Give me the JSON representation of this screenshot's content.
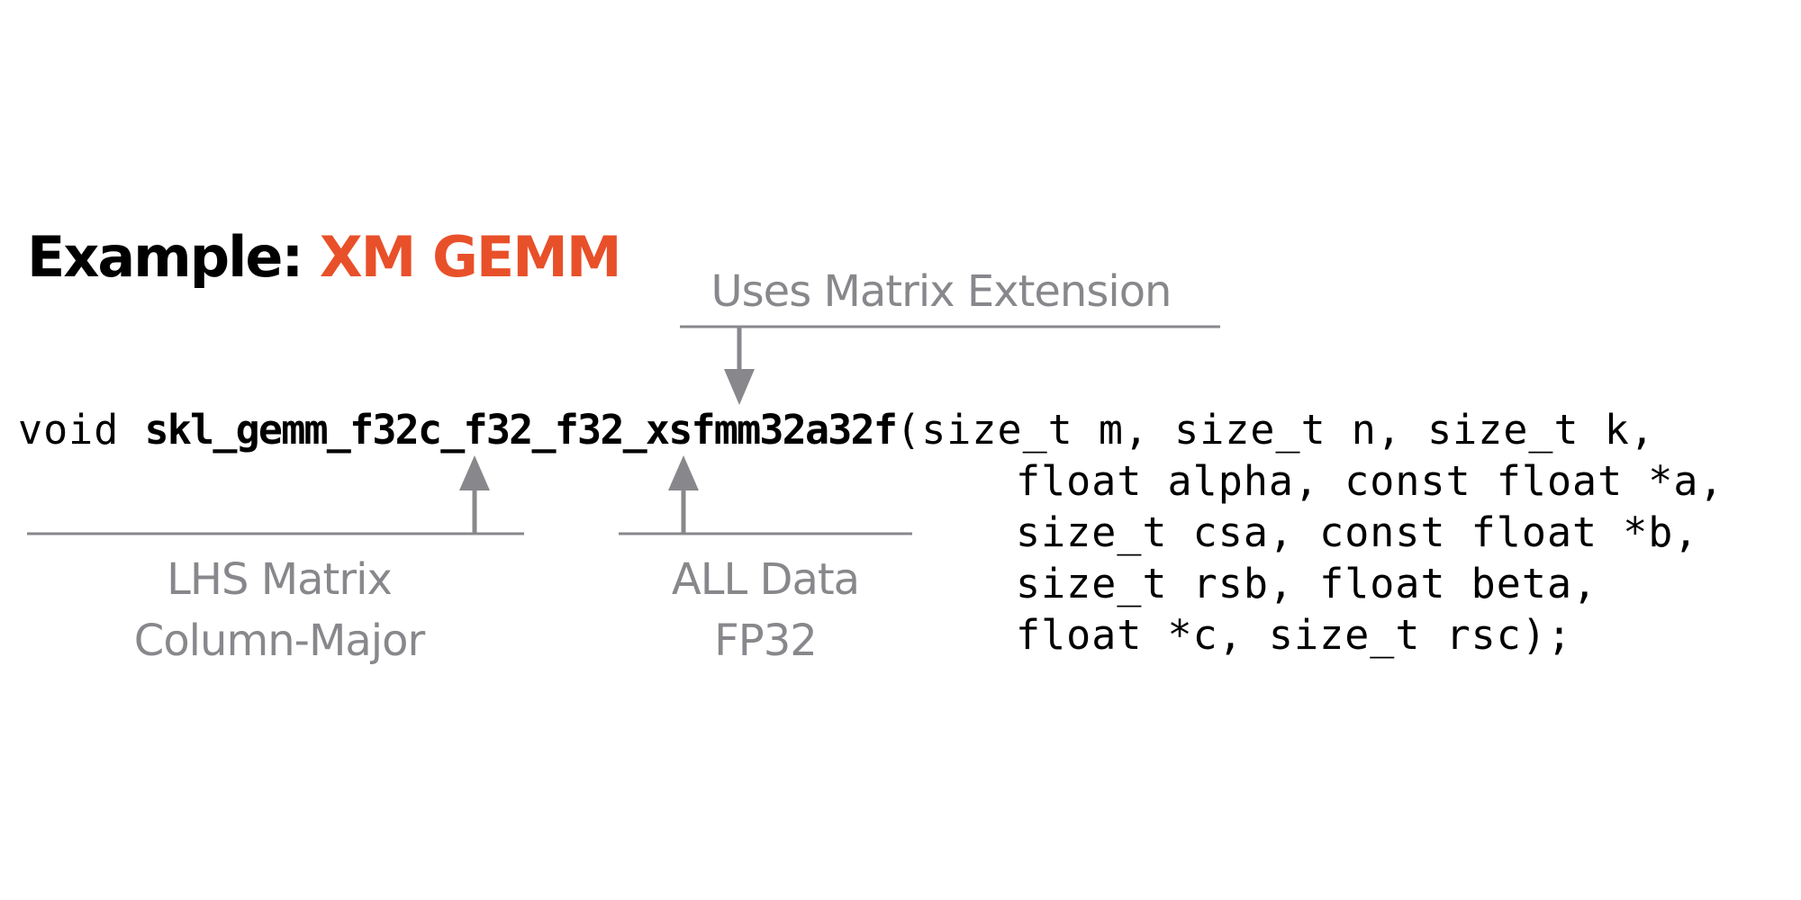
{
  "title": {
    "prefix": "Example:",
    "highlight": "XM GEMM"
  },
  "callouts": {
    "top": "Uses Matrix Extension",
    "lhs": [
      "LHS Matrix",
      "Column-Major"
    ],
    "data": [
      "ALL Data",
      "FP32"
    ]
  },
  "code": {
    "keyword": "void ",
    "function_name": "skl_gemm_f32c_f32_f32_xsfmm32a32f",
    "first_args": "(size_t m, size_t n, size_t k,",
    "param_lines": [
      "float alpha, const float *a,",
      "size_t csa, const float *b,",
      "size_t rsb, float beta,",
      "float *c, size_t rsc);"
    ]
  },
  "colors": {
    "text": "#000000",
    "accent": "#e8502a",
    "annotation": "#88888c"
  }
}
